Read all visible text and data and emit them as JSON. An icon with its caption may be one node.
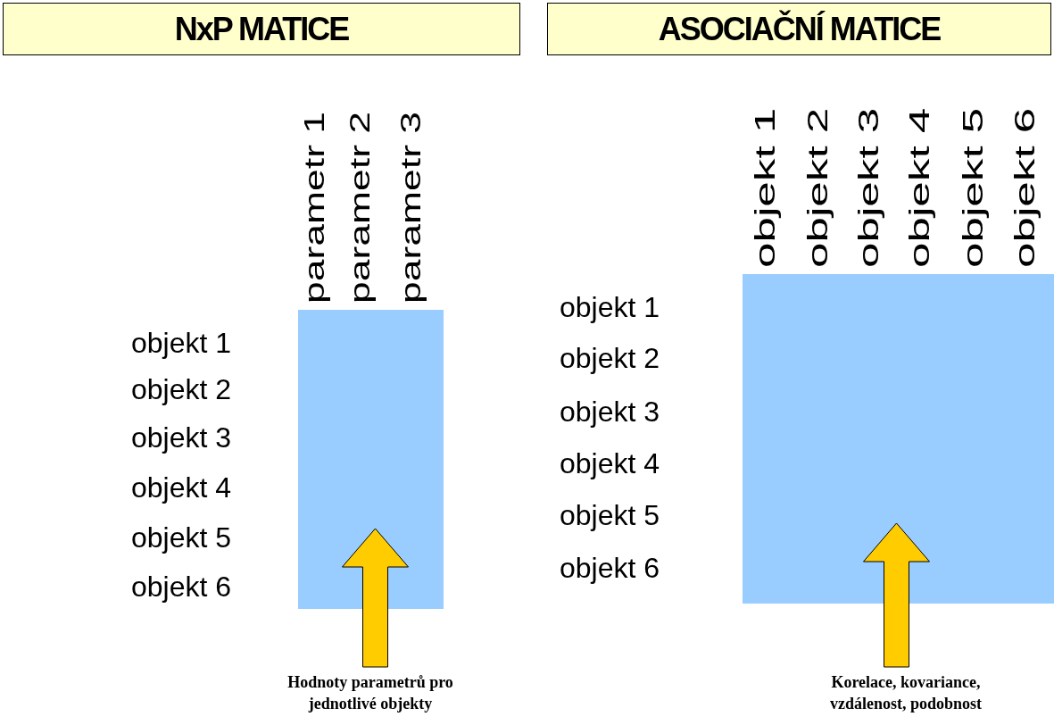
{
  "diagram": {
    "nodes": [
      {
        "text": [
          "NxP MATICE"
        ]
      },
      {
        "text": [
          "ASOCIAČNÍ MATICE"
        ]
      },
      {
        "text": [],
        "shape": "box"
      },
      {
        "text": [],
        "shape": "box"
      },
      {
        "text": [
          "Hodnoty parametrů pro jednotlivé objekty"
        ]
      },
      {
        "text": [
          "Korelace, kovariance, vzdálenost, podobnost"
        ]
      }
    ],
    "edges": [
      {
        "from": 4,
        "to": 2,
        "arrow": "to"
      },
      {
        "from": 5,
        "to": 3,
        "arrow": "to"
      }
    ],
    "labels": [
      "parametr 1",
      "parametr 2",
      "parametr 3",
      "objekt 1",
      "objekt 2",
      "objekt 3",
      "objekt 4",
      "objekt 5",
      "objekt 6",
      "objekt 1",
      "objekt 2",
      "objekt 3",
      "objekt 4",
      "objekt 5",
      "objekt 6",
      "objekt 1",
      "objekt 2",
      "objekt 3",
      "objekt 4",
      "objekt 5",
      "objekt 6"
    ]
  }
}
